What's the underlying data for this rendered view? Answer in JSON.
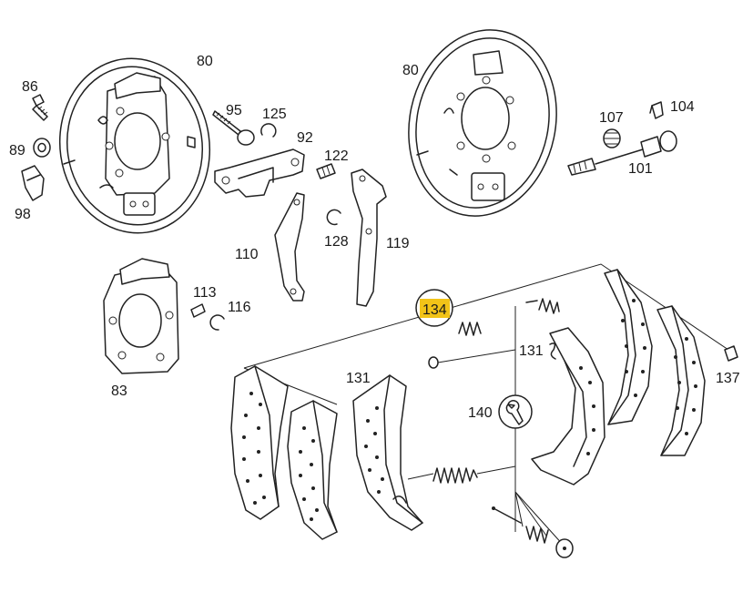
{
  "highlight_color": "#f2c318",
  "part_labels": {
    "p80_left": "80",
    "p80_right": "80",
    "p86": "86",
    "p89": "89",
    "p98": "98",
    "p95": "95",
    "p125": "125",
    "p92": "92",
    "p122": "122",
    "p110": "110",
    "p128": "128",
    "p119": "119",
    "p107": "107",
    "p104": "104",
    "p101": "101",
    "p113": "113",
    "p116": "116",
    "p83": "83",
    "p134": "134",
    "p131_left": "131",
    "p131_right": "131",
    "p140": "140",
    "p137": "137"
  }
}
